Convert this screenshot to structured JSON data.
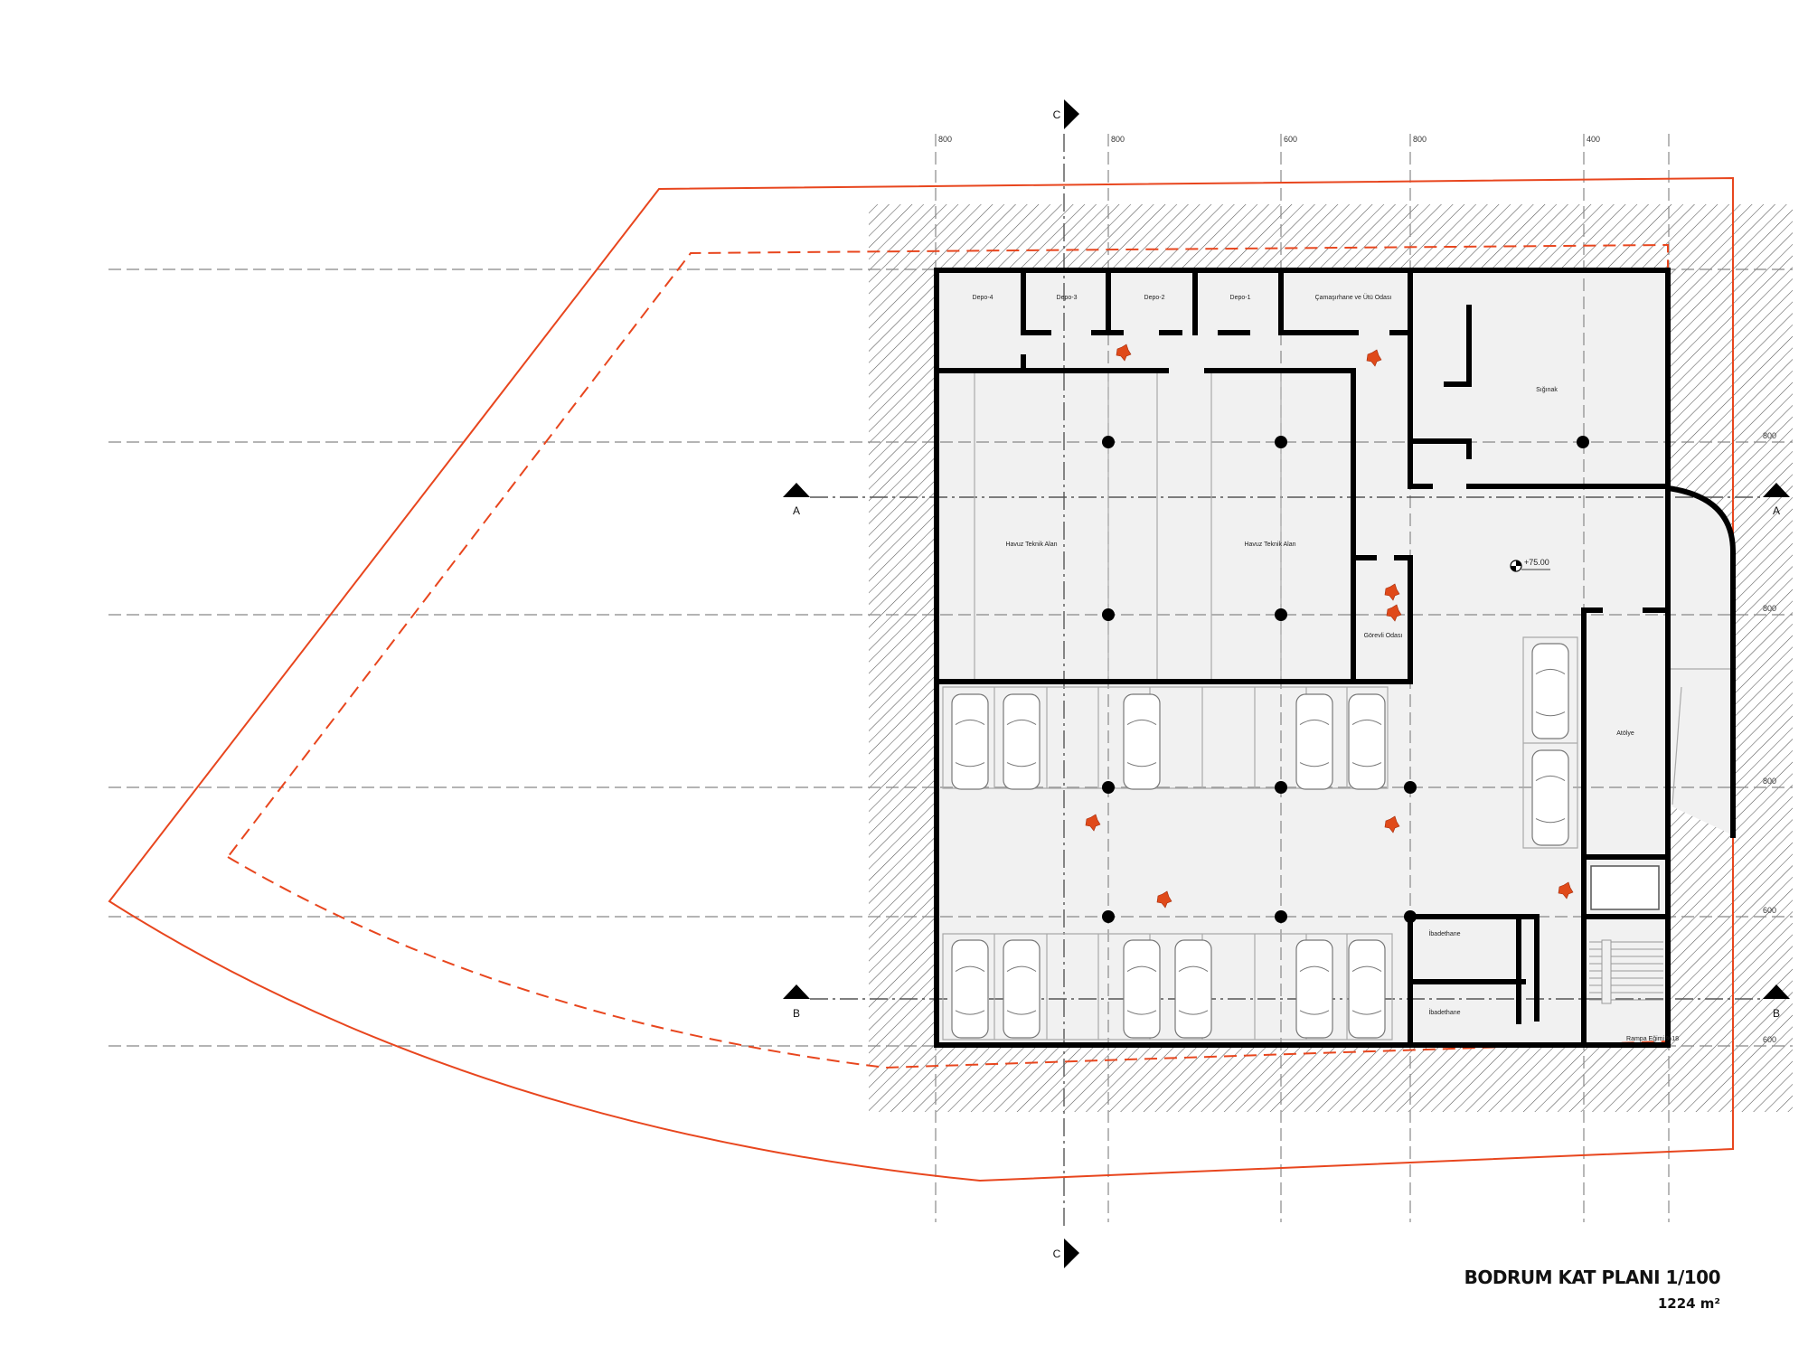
{
  "plan": {
    "title": "BODRUM KAT PLANI 1/100",
    "area": "1224 m²",
    "level_mark": "+75.00",
    "ramp_note": "Rampa Eğimi %18"
  },
  "rooms": {
    "depo4": "Depo-4",
    "depo3": "Depo-3",
    "depo2": "Depo-2",
    "depo1": "Depo-1",
    "laundry": "Çamaşırhane ve Ütü Odası",
    "shelter": "Sığınak",
    "pool_tech_1": "Havuz Teknik Alan",
    "pool_tech_2": "Havuz Teknik Alan",
    "staff": "Görevli Odası",
    "workshop": "Atölye",
    "prayer_1": "İbadethane",
    "prayer_2": "İbadethane"
  },
  "grid_dims": {
    "top": [
      "800",
      "800",
      "600",
      "800",
      "400"
    ],
    "right": [
      "800",
      "800",
      "800",
      "600",
      "600"
    ]
  },
  "sections": {
    "a_left": "A",
    "a_right": "A",
    "b_left": "B",
    "b_right": "B",
    "c_top": "C",
    "c_bottom": "C"
  },
  "colors": {
    "boundary": "#e8461e",
    "wall": "#000000",
    "floor": "#f1f1f1",
    "figure": "#e04a1a"
  }
}
